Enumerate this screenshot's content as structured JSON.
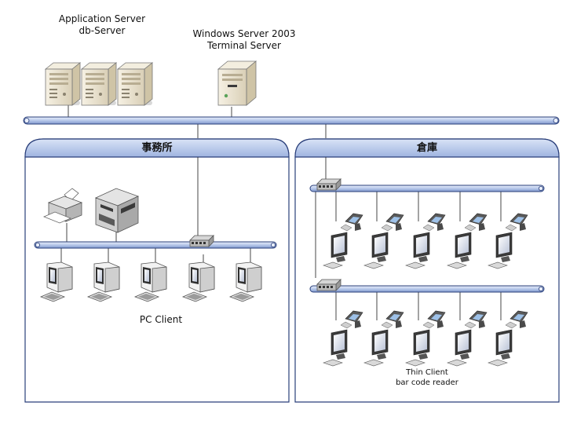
{
  "servers": {
    "app_server_line1": "Application Server",
    "app_server_line2": "db-Server",
    "terminal_line1": "Windows Server  2003",
    "terminal_line2": "Terminal Server"
  },
  "office": {
    "title": "事務所",
    "client_label": "PC Client"
  },
  "warehouse": {
    "title": "倉庫",
    "client_line1": "Thin  Client",
    "client_line2": "bar code reader"
  },
  "colors": {
    "bus_fill": "#c9d6ef",
    "bus_stroke": "#2a3f7a",
    "zone_border": "#2a3f7a",
    "zone_header": "#a9bde6",
    "device_beige": "#e9e1cd",
    "device_dark": "#4a4a4a"
  },
  "icons": {
    "server": "server-tower-icon",
    "printer": "printer-icon",
    "multifunction": "multifunction-printer-icon",
    "hub": "network-hub-icon",
    "pc": "desktop-pc-icon",
    "thin_client": "thin-client-monitor-icon",
    "barcode": "barcode-scanner-icon"
  }
}
